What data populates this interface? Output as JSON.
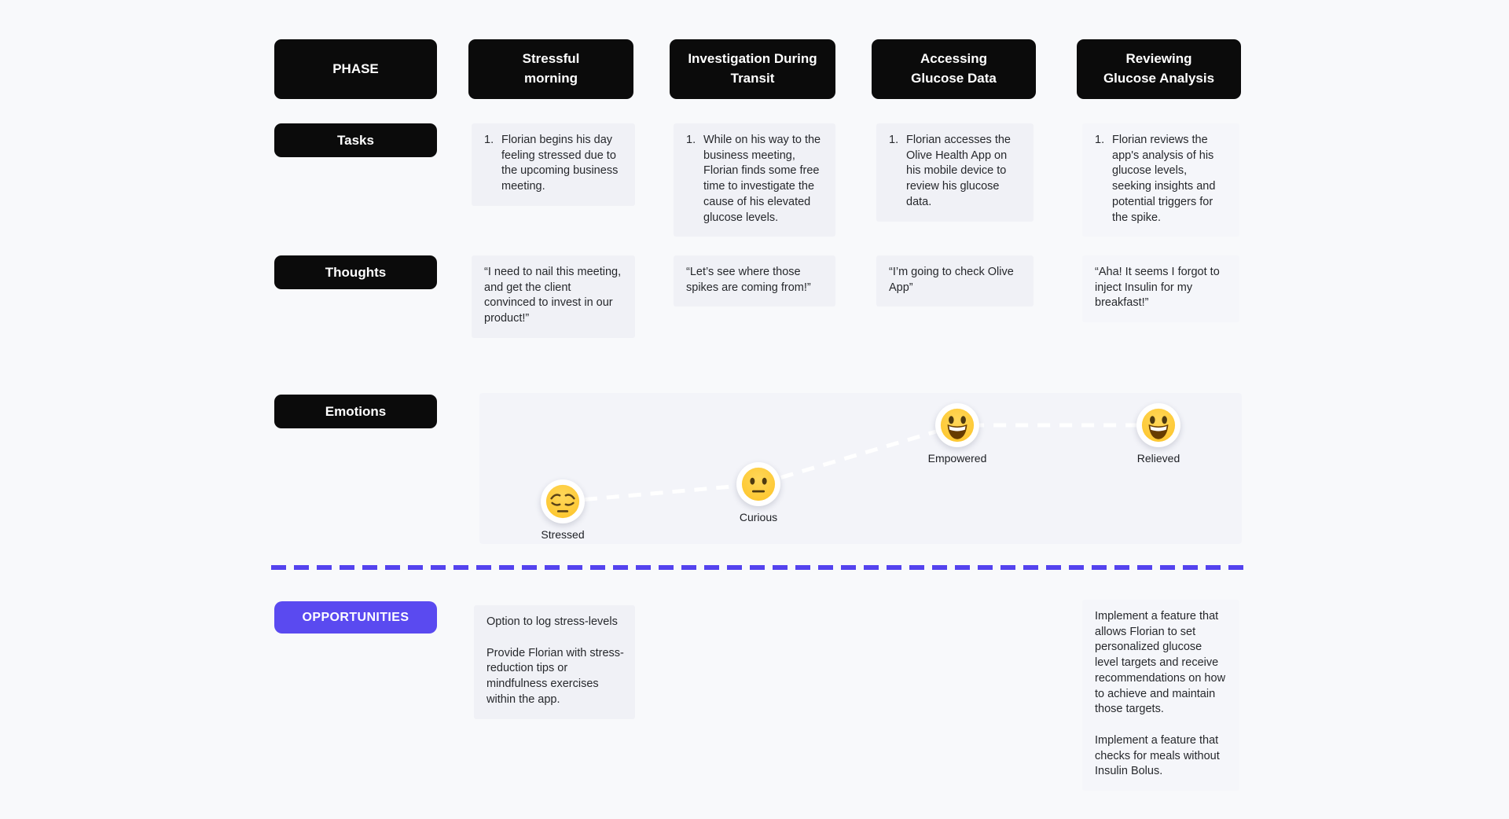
{
  "colors": {
    "page_background": "#f8f9fb",
    "box_black": "#0b0b0b",
    "accent_purple": "#5a4af0",
    "divider_purple": "#5443ee",
    "cell_gray": "#f0f1f6",
    "emotion_panel": "#f3f4f9",
    "emoji_yellow": "#ffc93a"
  },
  "header": {
    "label": "PHASE",
    "phases": [
      "Stressful\nmorning",
      "Investigation During\nTransit",
      "Accessing\nGlucose Data",
      "Reviewing\nGlucose Analysis"
    ]
  },
  "tasks": {
    "label": "Tasks",
    "cells": [
      {
        "number": "1.",
        "text": "Florian begins his day feeling stressed due to the upcoming business meeting."
      },
      {
        "number": "1.",
        "text": "While on his way to the business meeting, Florian finds some free time to investigate the cause of his elevated glucose levels."
      },
      {
        "number": "1.",
        "text": "Florian accesses the Olive Health App on his mobile device to review his glucose data."
      },
      {
        "number": "1.",
        "text": "Florian reviews the app's analysis of his glucose levels, seeking insights and potential triggers for the spike."
      }
    ]
  },
  "thoughts": {
    "label": "Thoughts",
    "cells": [
      "“I need to nail this meeting, and get the client convinced to invest in our product!”",
      "“Let’s see where those spikes are coming from!”",
      "“I’m going to check Olive App”",
      "“Aha! It seems I forgot to inject Insulin for my breakfast!”"
    ]
  },
  "emotions": {
    "label": "Emotions",
    "points": [
      {
        "label": "Stressed",
        "face": "pensive"
      },
      {
        "label": "Curious",
        "face": "neutral"
      },
      {
        "label": "Empowered",
        "face": "grinning"
      },
      {
        "label": "Relieved",
        "face": "grinning"
      }
    ]
  },
  "opportunities": {
    "label": "OPPORTUNITIES",
    "col1": [
      "Option to log stress-levels",
      "Provide Florian with stress-reduction tips or mindfulness exercises within the app."
    ],
    "col4": [
      "Implement a feature that allows Florian to set personalized glucose level targets and receive recommendations on how to achieve and maintain those targets.",
      "Implement a feature that checks for meals without Insulin Bolus."
    ]
  }
}
